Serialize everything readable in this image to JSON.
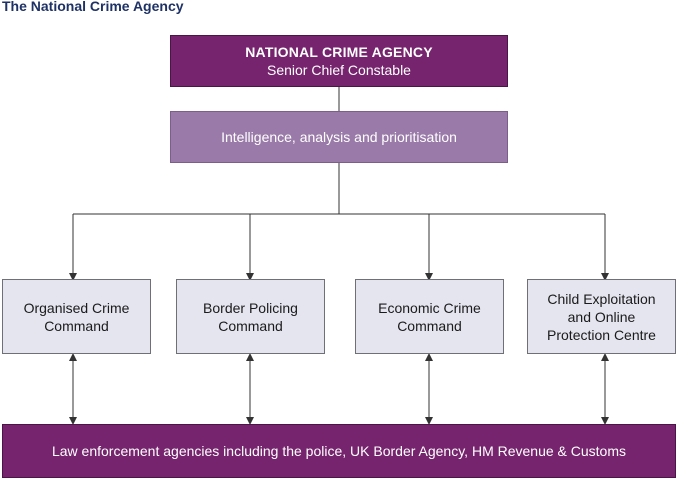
{
  "page_title": "The National Crime Agency",
  "top_box": {
    "title": "NATIONAL CRIME AGENCY",
    "subtitle": "Senior Chief Constable"
  },
  "intelligence_box": {
    "label": "Intelligence, analysis and prioritisation"
  },
  "commands": [
    {
      "label": "Organised Crime\nCommand"
    },
    {
      "label": "Border Policing\nCommand"
    },
    {
      "label": "Economic Crime\nCommand"
    },
    {
      "label": "Child Exploitation\nand Online\nProtection Centre"
    }
  ],
  "bottom_box": {
    "label": "Law enforcement agencies including the police, UK Border Agency, HM Revenue & Customs"
  },
  "colors": {
    "title_text": "#1f3266",
    "primary_purple": "#76246e",
    "light_purple": "#9a7aa9",
    "command_fill": "#e4e5ef",
    "connector": "#333333"
  }
}
